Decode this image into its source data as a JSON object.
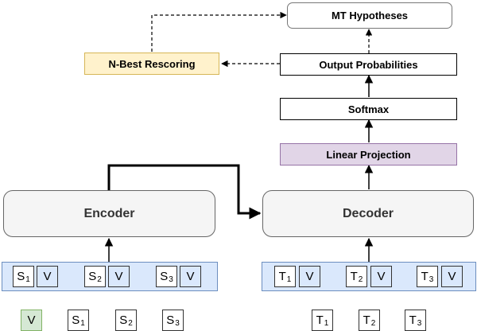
{
  "boxes": {
    "mt_hypotheses": "MT Hypotheses",
    "nbest_rescoring": "N-Best Rescoring",
    "output_probabilities": "Output Probabilities",
    "softmax": "Softmax",
    "linear_projection": "Linear Projection",
    "encoder": "Encoder",
    "decoder": "Decoder"
  },
  "source_strip": [
    {
      "letter": "S",
      "sub": "1",
      "vocab": "V"
    },
    {
      "letter": "S",
      "sub": "2",
      "vocab": "V"
    },
    {
      "letter": "S",
      "sub": "3",
      "vocab": "V"
    }
  ],
  "target_strip": [
    {
      "letter": "T",
      "sub": "1",
      "vocab": "V"
    },
    {
      "letter": "T",
      "sub": "2",
      "vocab": "V"
    },
    {
      "letter": "T",
      "sub": "3",
      "vocab": "V"
    }
  ],
  "legend": {
    "vocab": "V",
    "sources": [
      {
        "letter": "S",
        "sub": "1"
      },
      {
        "letter": "S",
        "sub": "2"
      },
      {
        "letter": "S",
        "sub": "3"
      }
    ],
    "targets": [
      {
        "letter": "T",
        "sub": "1"
      },
      {
        "letter": "T",
        "sub": "2"
      },
      {
        "letter": "T",
        "sub": "3"
      }
    ]
  },
  "colors": {
    "nbest_fill": "#fff2cc",
    "linear_fill": "#e1d5e7",
    "strip_fill": "#dae8fc",
    "vocab_legend_fill": "#d5e8d4",
    "block_fill": "#f5f5f5"
  }
}
